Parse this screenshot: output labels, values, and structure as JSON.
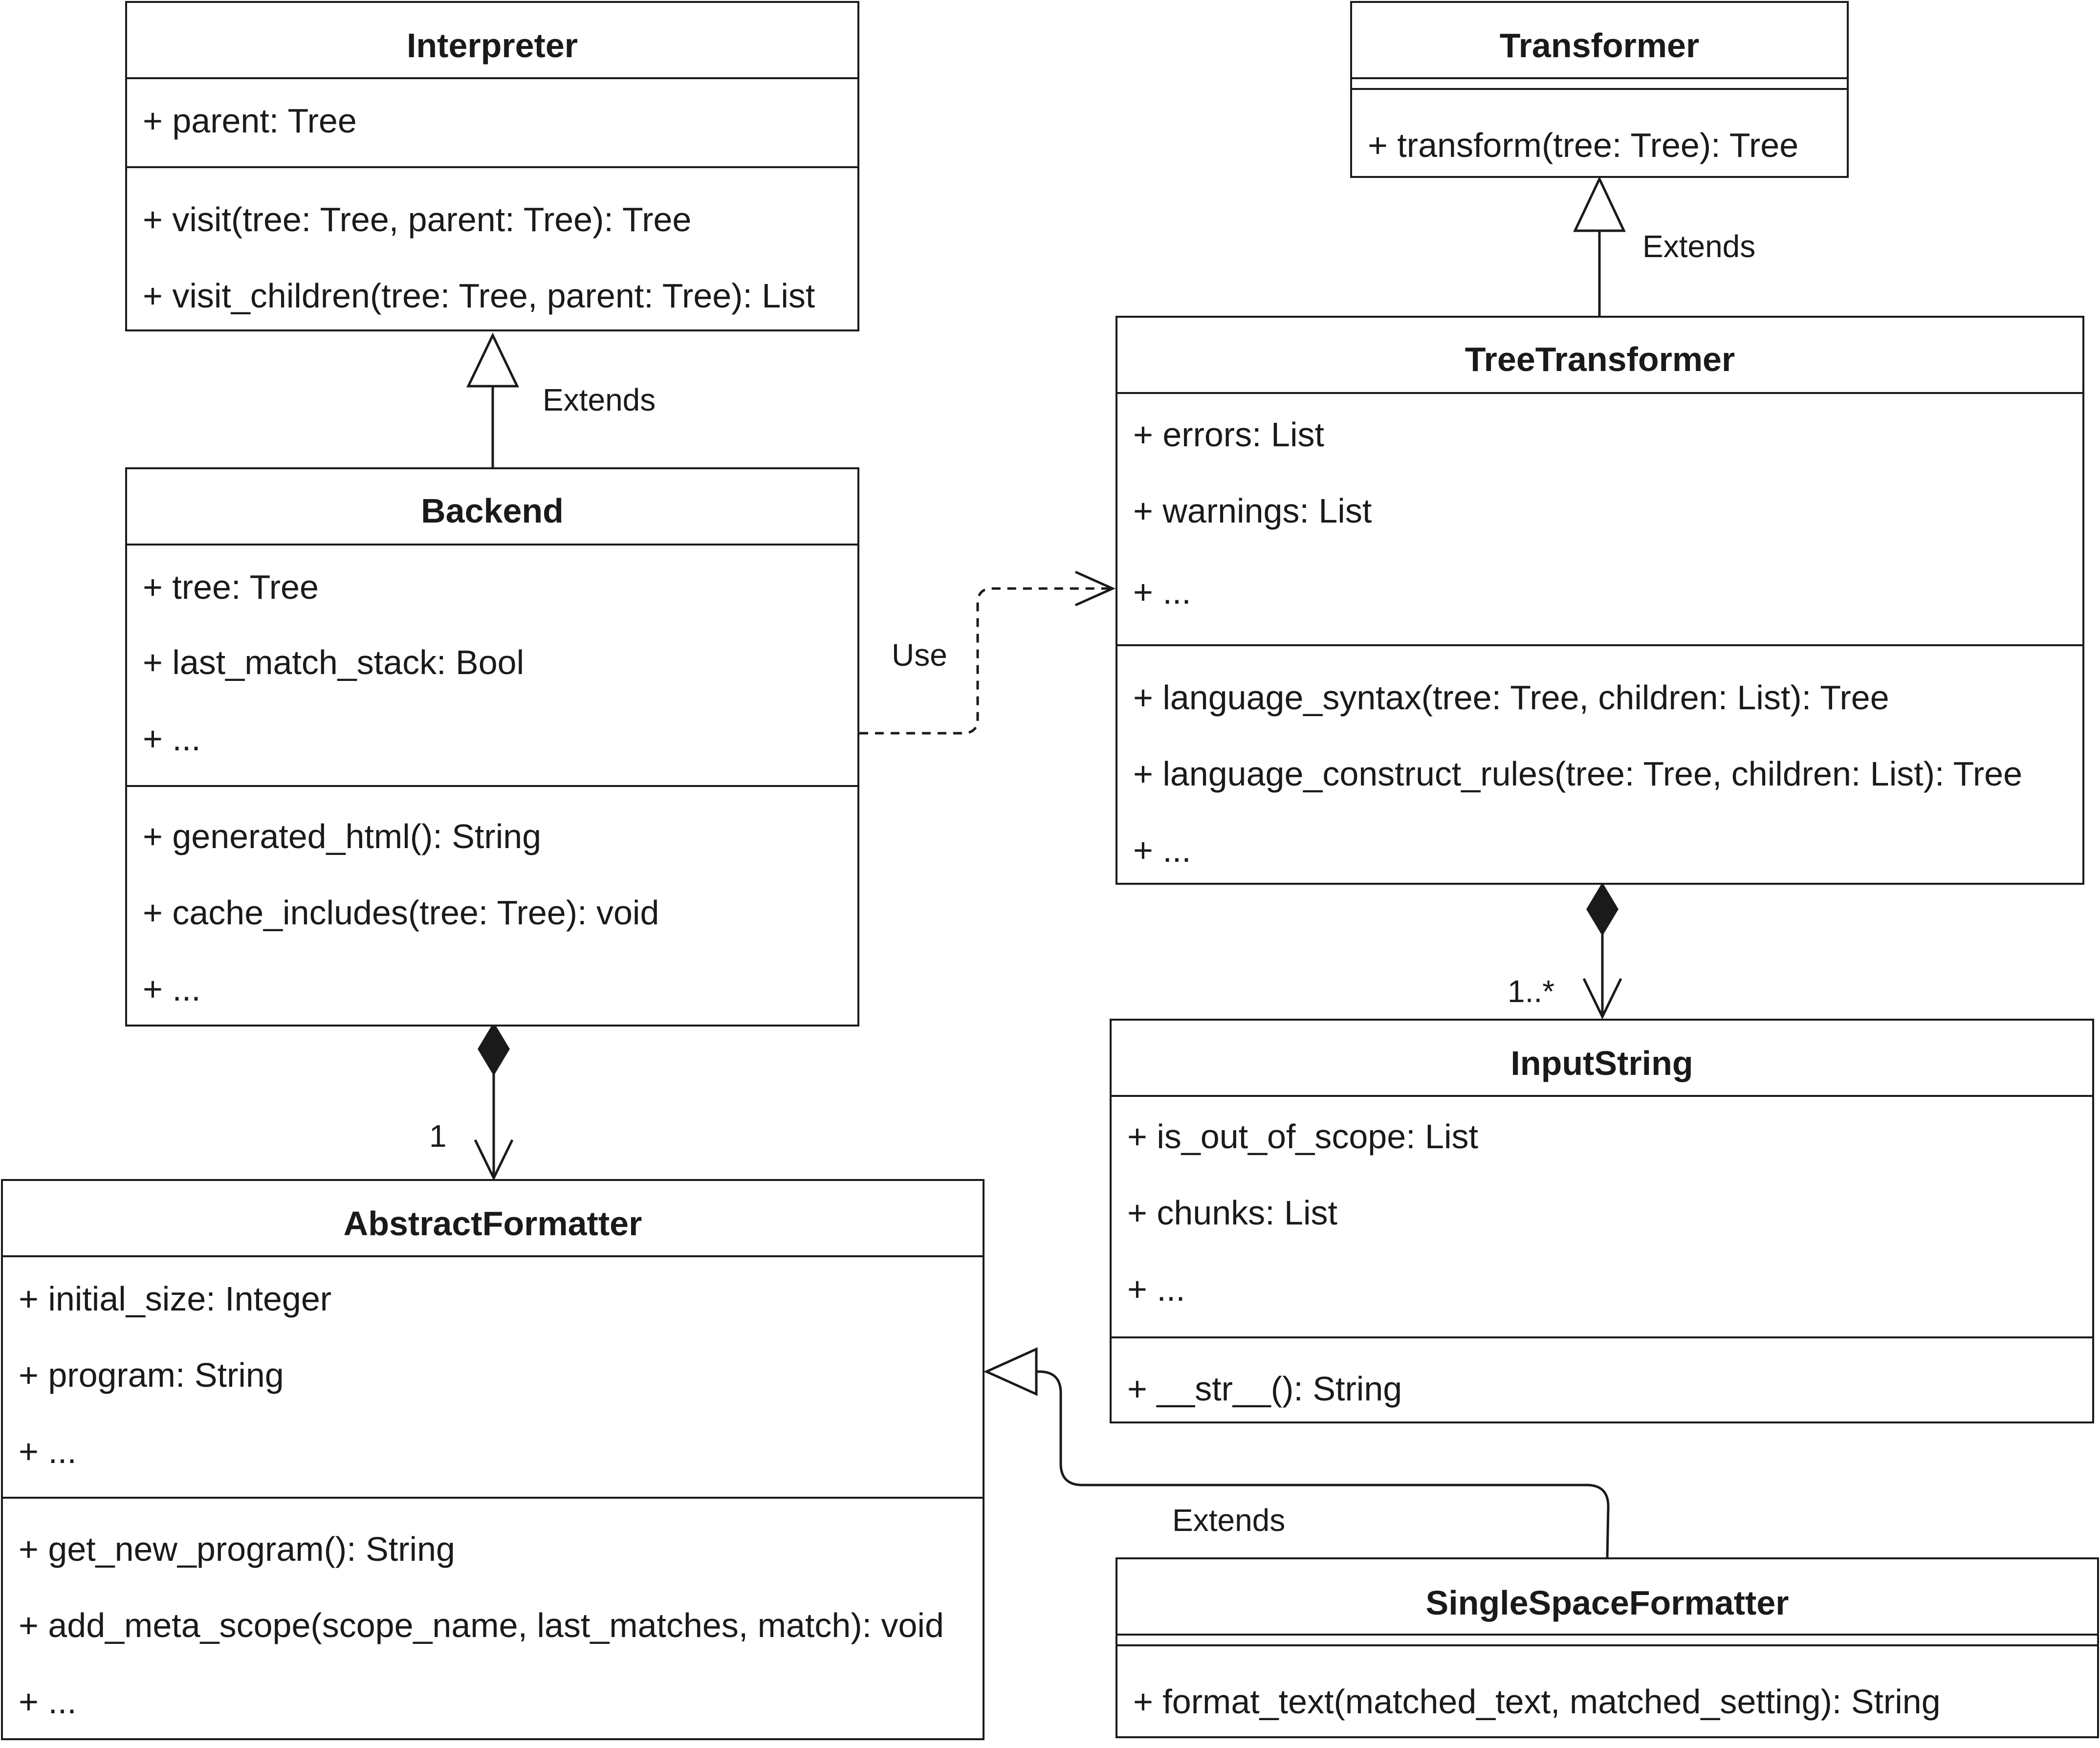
{
  "classes": {
    "interpreter": {
      "name": "Interpreter",
      "attributes": [
        "+ parent: Tree"
      ],
      "methods": [
        "+ visit(tree: Tree, parent: Tree): Tree",
        "+ visit_children(tree: Tree, parent: Tree): List"
      ]
    },
    "transformer": {
      "name": "Transformer",
      "attributes": [],
      "methods": [
        "+ transform(tree: Tree): Tree"
      ]
    },
    "tree_transformer": {
      "name": "TreeTransformer",
      "attributes": [
        "+ errors: List",
        "+ warnings: List",
        "+ ..."
      ],
      "methods": [
        "+ language_syntax(tree: Tree, children: List): Tree",
        "+ language_construct_rules(tree: Tree, children: List): Tree",
        "+ ..."
      ]
    },
    "backend": {
      "name": "Backend",
      "attributes": [
        "+ tree: Tree",
        "+ last_match_stack: Bool",
        "+ ..."
      ],
      "methods": [
        "+ generated_html(): String",
        "+ cache_includes(tree: Tree): void",
        "+ ..."
      ]
    },
    "input_string": {
      "name": "InputString",
      "attributes": [
        "+ is_out_of_scope: List",
        "+ chunks: List",
        "+ ..."
      ],
      "methods": [
        "+ __str__(): String"
      ]
    },
    "abstract_formatter": {
      "name": "AbstractFormatter",
      "attributes": [
        "+ initial_size: Integer",
        "+ program: String",
        "+ ..."
      ],
      "methods": [
        "+ get_new_program(): String",
        "+ add_meta_scope(scope_name, last_matches, match): void",
        "+ ..."
      ]
    },
    "single_space_formatter": {
      "name": "SingleSpaceFormatter",
      "attributes": [],
      "methods": [
        "+ format_text(matched_text, matched_setting): String"
      ]
    }
  },
  "relationships": {
    "backend_extends_interpreter": "Extends",
    "treetransformer_extends_transformer": "Extends",
    "backend_uses_treetransformer": "Use",
    "singlespace_extends_abstract": "Extends",
    "backend_formatter_multiplicity": "1",
    "treetransformer_inputstring_multiplicity": "1..*"
  },
  "colors": {
    "stroke": "#1a1a1a",
    "background": "#ffffff"
  }
}
